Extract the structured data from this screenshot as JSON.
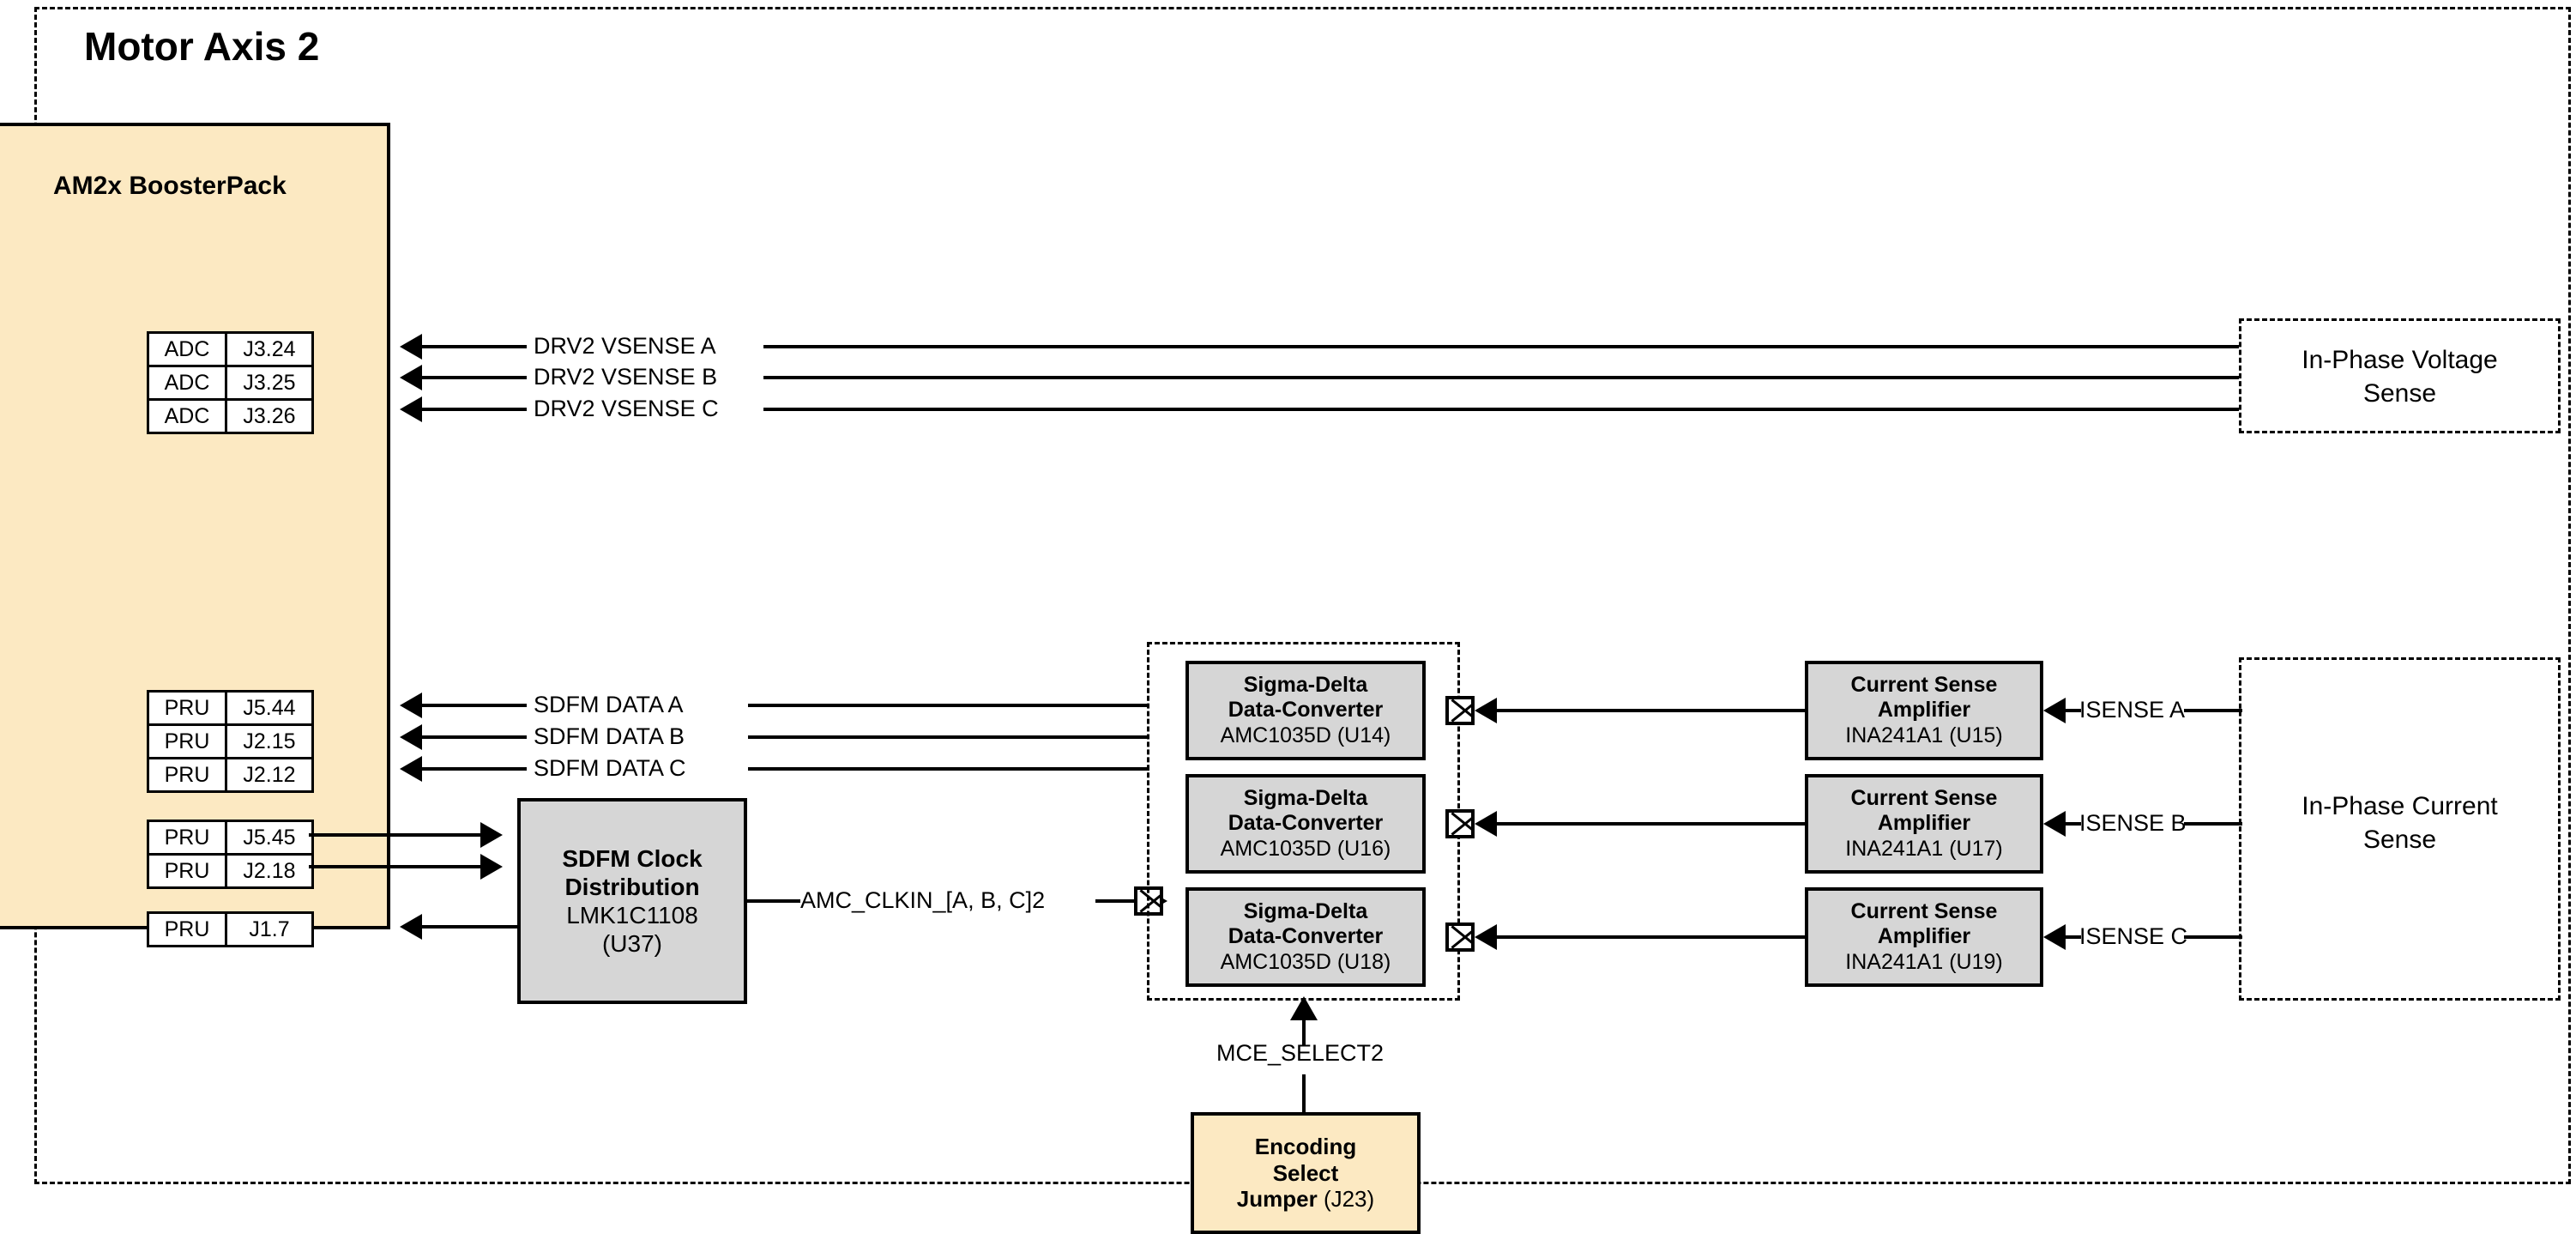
{
  "diagram": {
    "title": "Motor Axis 2"
  },
  "boosterpack": {
    "label": "AM2x BoosterPack"
  },
  "adc_pins": [
    {
      "port": "ADC",
      "pin": "J3.24",
      "signal": "DRV2 VSENSE A"
    },
    {
      "port": "ADC",
      "pin": "J3.25",
      "signal": "DRV2 VSENSE B"
    },
    {
      "port": "ADC",
      "pin": "J3.26",
      "signal": "DRV2 VSENSE C"
    }
  ],
  "pru_data_pins": [
    {
      "port": "PRU",
      "pin": "J5.44",
      "signal": "SDFM DATA A"
    },
    {
      "port": "PRU",
      "pin": "J2.15",
      "signal": "SDFM DATA B"
    },
    {
      "port": "PRU",
      "pin": "J2.12",
      "signal": "SDFM DATA C"
    }
  ],
  "pru_clock_pins": [
    {
      "port": "PRU",
      "pin": "J5.45"
    },
    {
      "port": "PRU",
      "pin": "J2.18"
    }
  ],
  "pru_feedback_pin": {
    "port": "PRU",
    "pin": "J1.7"
  },
  "clock_distribution": {
    "title_line1": "SDFM Clock",
    "title_line2": "Distribution",
    "part": "LMK1C1108",
    "designator": "(U37)",
    "output_signal": "AMC_CLKIN_[A, B, C]2"
  },
  "sigma_delta_converters": [
    {
      "title_line1": "Sigma-Delta",
      "title_line2": "Data-Converter",
      "part": "AMC1035D (U14)"
    },
    {
      "title_line1": "Sigma-Delta",
      "title_line2": "Data-Converter",
      "part": "AMC1035D (U16)"
    },
    {
      "title_line1": "Sigma-Delta",
      "title_line2": "Data-Converter",
      "part": "AMC1035D (U18)"
    }
  ],
  "current_sense_amplifiers": [
    {
      "title_line1": "Current Sense",
      "title_line2": "Amplifier",
      "part": "INA241A1 (U15)",
      "signal": "ISENSE A"
    },
    {
      "title_line1": "Current Sense",
      "title_line2": "Amplifier",
      "part": "INA241A1 (U17)",
      "signal": "ISENSE B"
    },
    {
      "title_line1": "Current Sense",
      "title_line2": "Amplifier",
      "part": "INA241A1 (U19)",
      "signal": "ISENSE C"
    }
  ],
  "voltage_sense_group": {
    "line1": "In-Phase Voltage",
    "line2": "Sense"
  },
  "current_sense_group": {
    "line1": "In-Phase Current",
    "line2": "Sense"
  },
  "encoding_jumper": {
    "line1": "Encoding",
    "line2": "Select",
    "line3_bold": "Jumper",
    "line3_plain": " (J23)",
    "select_signal": "MCE_SELECT2"
  },
  "colors": {
    "tan_fill": "#fce9c2",
    "gray_fill": "#d6d6d6",
    "stroke": "#000000"
  }
}
